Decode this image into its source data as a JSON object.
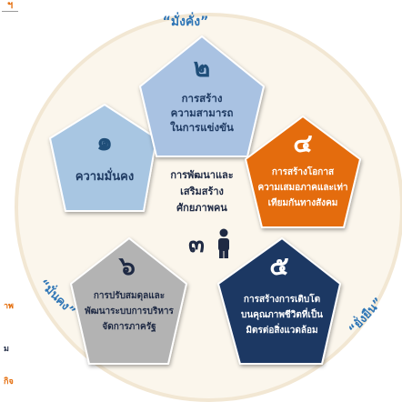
{
  "page_fragments": {
    "top_left_text": "ฯ",
    "left_fragment_1": "าพ",
    "left_fragment_2": "ม",
    "left_fragment_3": "กิจ"
  },
  "arc_labels": {
    "top": "“มั่งคั่ง”",
    "left": "“มั่นคง”",
    "right": "“ยั่งยืน”"
  },
  "strategies": [
    {
      "id": "s1",
      "number": "๑",
      "label": "ความมั่นคง",
      "color": "#a8c6e2",
      "number_color": "#1f4e79",
      "text_color": "#1f3b63"
    },
    {
      "id": "s2",
      "number": "๒",
      "label": "การสร้าง\nความสามารถ\nในการแข่งขัน",
      "color": "#a9c2e2",
      "number_color": "#1f4e79",
      "text_color": "#1f3b63"
    },
    {
      "id": "s4",
      "number": "๔",
      "label": "การสร้างโอกาส\nความเสมอภาคและเท่า\nเทียมกันทางสังคม",
      "color": "#e46c0a",
      "number_color": "#ffffff",
      "text_color": "#ffffff"
    },
    {
      "id": "s5",
      "number": "๕",
      "label": "การสร้างการเติบโต\nบนคุณภาพชีวิตที่เป็น\nมิตรต่อสิ่งแวดล้อม",
      "color": "#1f3864",
      "number_color": "#ffffff",
      "text_color": "#ffffff"
    },
    {
      "id": "s6",
      "number": "๖",
      "label": "การปรับสมดุลและ\nพัฒนาระบบการบริหาร\nจัดการภาครัฐ",
      "color": "#b3b3b3",
      "number_color": "#1f2a44",
      "text_color": "#1f2a44"
    }
  ],
  "center": {
    "number": "๓",
    "label": "การพัฒนาและ\nเสริมสร้าง\nศักยภาพคน",
    "text_color": "#1f2a44",
    "icon": "person-icon"
  },
  "colors": {
    "outer_circle": "#fbf6ec",
    "outer_ring": "#f2e7d3",
    "accent_orange": "#e46c0a",
    "accent_blue": "#2e75b6"
  }
}
